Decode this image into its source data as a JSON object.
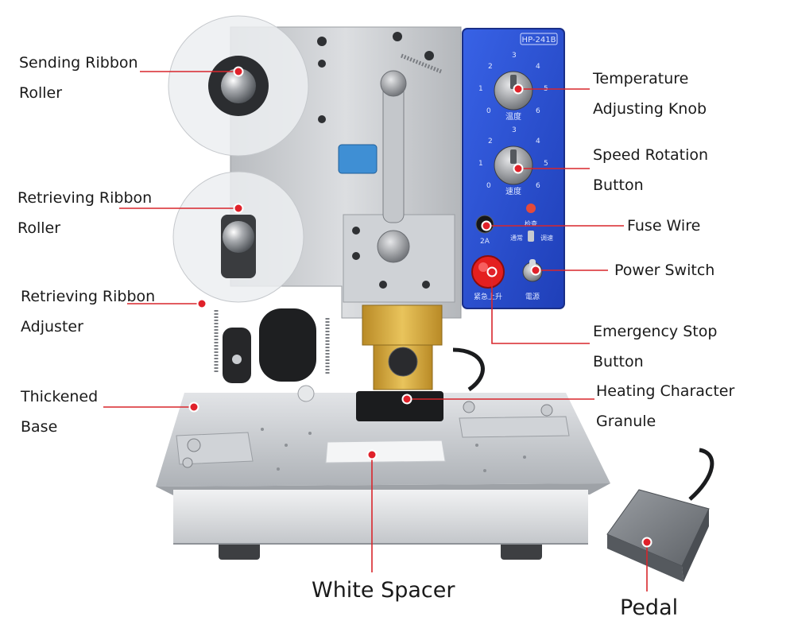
{
  "labels": {
    "sending_ribbon_roller": [
      "Sending Ribbon",
      "Roller"
    ],
    "retrieving_ribbon_roller": [
      "Retrieving Ribbon",
      "Roller"
    ],
    "retrieving_ribbon_adjuster": [
      "Retrieving Ribbon",
      "Adjuster"
    ],
    "thickened_base": [
      "Thickened",
      "Base"
    ],
    "temperature_adjusting_knob": [
      "Temperature",
      "Adjusting Knob"
    ],
    "speed_rotation_button": [
      "Speed Rotation",
      "Button"
    ],
    "fuse_wire": [
      "Fuse Wire"
    ],
    "power_switch": [
      "Power Switch"
    ],
    "emergency_stop_button": [
      "Emergency Stop",
      "Button"
    ],
    "heating_character_granule": [
      "Heating Character",
      "Granule"
    ],
    "white_spacer": "White Spacer",
    "pedal": "Pedal"
  },
  "panel": {
    "model": "HP-241B",
    "dial_scale": [
      "0",
      "1",
      "2",
      "3",
      "4",
      "5",
      "6"
    ],
    "temp_dial_label": "温度",
    "speed_dial_label": "速度",
    "fuse_label": "2A",
    "mode_labels": [
      "检查",
      "通常",
      "调速"
    ],
    "emergency_label": "紧急上升",
    "power_label": "電源"
  },
  "colors": {
    "leader_line": "#d9262c",
    "callout_dot": "#e0212a",
    "control_panel": "#2a4fd1",
    "base": "#c7cbd0",
    "heater_block": "#d6a93a",
    "pedal": "#7c8085"
  }
}
